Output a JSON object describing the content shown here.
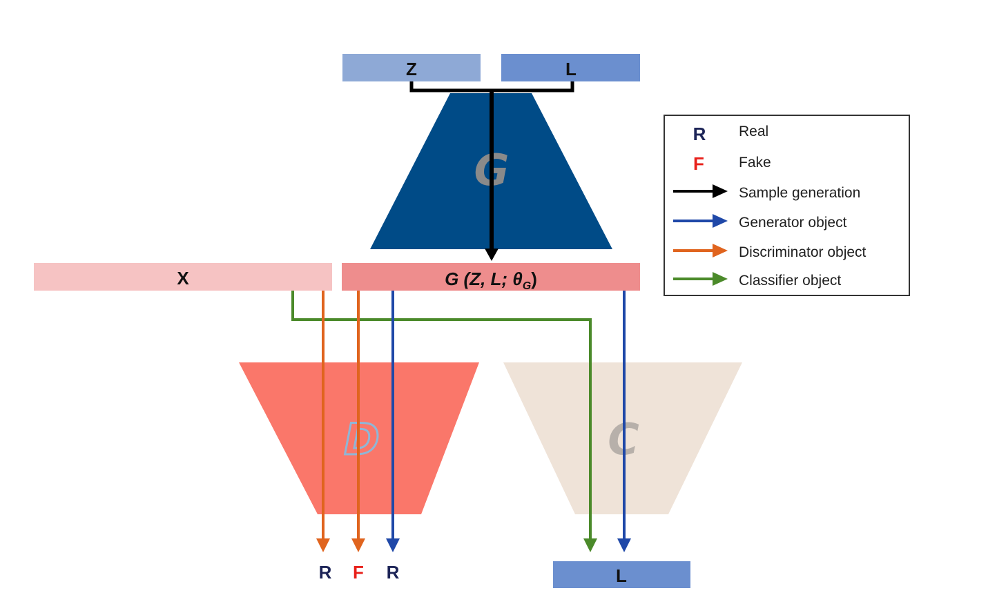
{
  "colors": {
    "z_box": "#8ea9d6",
    "l_box": "#6b8fcf",
    "generator": "#004b87",
    "x_box": "#f6c3c3",
    "g_box": "#ee8d8d",
    "discriminator": "#fa776a",
    "classifier": "#efe3d8",
    "l_out_box": "#6b8fcf",
    "black_arrow": "#000000",
    "blue_arrow": "#1f48a8",
    "orange_arrow": "#e0641e",
    "green_arrow": "#4b8a2a",
    "real_letter": "#1c2457",
    "fake_letter": "#e8201a",
    "g_letter": "#8a8a8a",
    "d_letter": "#8fb6d6",
    "c_letter": "#b7b0aa"
  },
  "inputs": {
    "z_label": "Z",
    "l_label": "L"
  },
  "networks": {
    "generator_label": "G",
    "discriminator_label": "D",
    "classifier_label": "C"
  },
  "data_boxes": {
    "x_label": "X",
    "g_out_prefix": "G (Z, L; θ",
    "g_out_sub": "G",
    "g_out_suffix": ")"
  },
  "outputs": {
    "discriminator": [
      "R",
      "F",
      "R"
    ],
    "classifier_label": "L"
  },
  "legend": {
    "items": [
      {
        "marker": "R",
        "text": "Real"
      },
      {
        "marker": "F",
        "text": "Fake"
      },
      {
        "marker": "arrow-black",
        "text": "Sample generation"
      },
      {
        "marker": "arrow-blue",
        "text": "Generator object"
      },
      {
        "marker": "arrow-orange",
        "text": "Discriminator object"
      },
      {
        "marker": "arrow-green",
        "text": "Classifier object"
      }
    ]
  }
}
